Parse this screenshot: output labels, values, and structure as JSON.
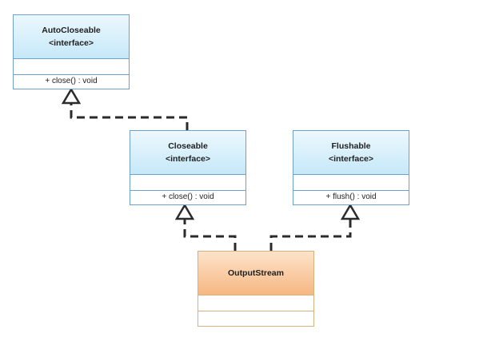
{
  "diagram": {
    "classes": {
      "autocloseable": {
        "name": "AutoCloseable",
        "stereotype": "<interface>",
        "methods": [
          "+ close() : void"
        ]
      },
      "closeable": {
        "name": "Closeable",
        "stereotype": "<interface>",
        "methods": [
          "+ close() : void"
        ]
      },
      "flushable": {
        "name": "Flushable",
        "stereotype": "<interface>",
        "methods": [
          "+ flush() : void"
        ]
      },
      "outputstream": {
        "name": "OutputStream"
      }
    },
    "relations": [
      {
        "type": "realization",
        "from": "Closeable",
        "to": "AutoCloseable"
      },
      {
        "type": "realization",
        "from": "OutputStream",
        "to": "Closeable"
      },
      {
        "type": "realization",
        "from": "OutputStream",
        "to": "Flushable"
      }
    ],
    "colors": {
      "interface_fill": "#c6e8f8",
      "interface_border": "#6fa0c8",
      "class_fill": "#f6b782",
      "class_border": "#d7b27e",
      "connector": "#2b2b2b"
    }
  }
}
